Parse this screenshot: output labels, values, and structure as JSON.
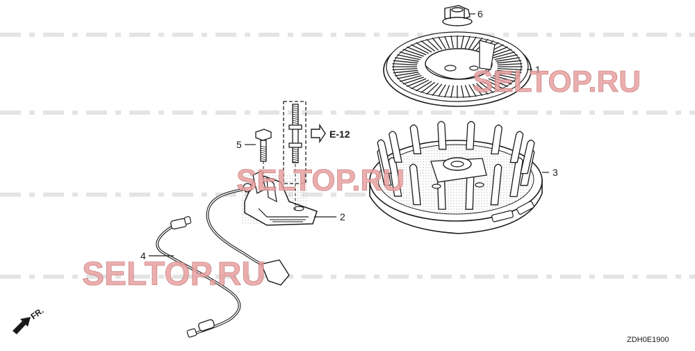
{
  "callouts": {
    "c1": "1",
    "c2": "2",
    "c3": "3",
    "c4": "4",
    "c5": "5",
    "c6": "6"
  },
  "reference": {
    "label": "E-12"
  },
  "front": {
    "label": "FR."
  },
  "code": "ZDH0E1900",
  "watermark": {
    "text": "SELTOP.RU",
    "color": "#e8a0a0"
  },
  "colors": {
    "line": "#1a1a1a",
    "watermark": "#e8a0a0"
  }
}
